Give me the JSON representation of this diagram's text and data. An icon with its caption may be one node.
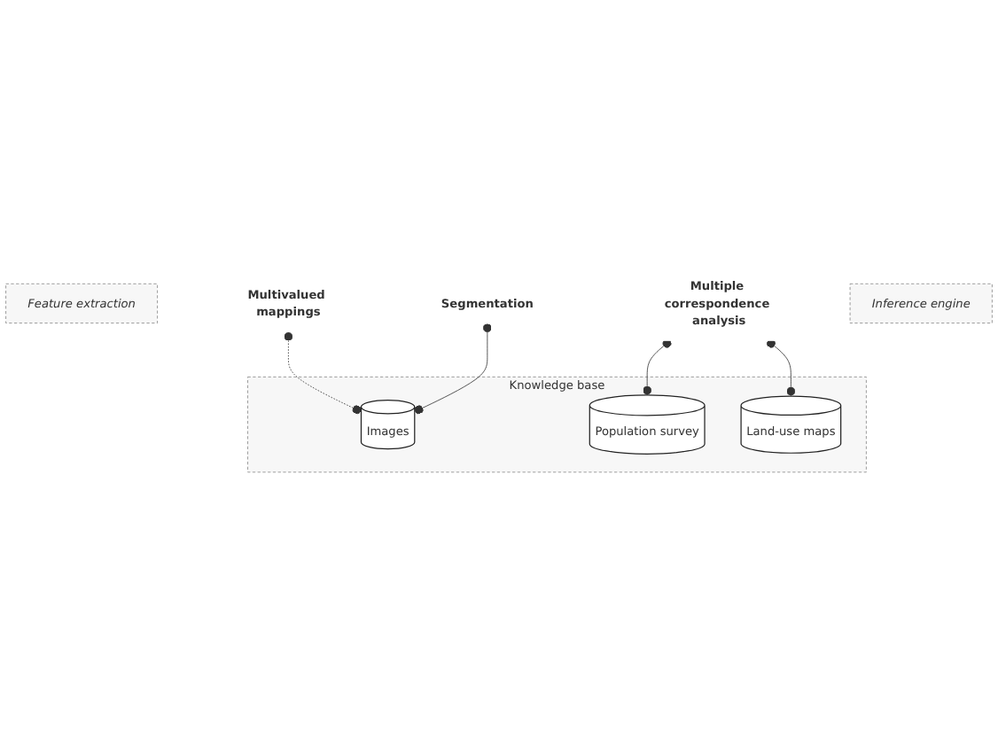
{
  "diagram": {
    "nodes": [
      {
        "text": [
          "Feature extraction"
        ]
      },
      {
        "text": [
          "Multivalued mappings"
        ]
      },
      {
        "text": [
          "Segmentation"
        ]
      },
      {
        "text": [
          "Knowledge base"
        ]
      },
      {
        "text": [
          "Images"
        ],
        "in": 3
      },
      {
        "text": [
          "Population survey"
        ],
        "in": 3
      },
      {
        "text": [
          "Land-use maps"
        ],
        "in": 3
      },
      {
        "text": [
          "Multiple correspondence analysis"
        ]
      },
      {
        "text": [
          "Inference engine"
        ]
      }
    ],
    "edges": [
      {
        "from": 1,
        "to": 4,
        "arrow": "other",
        "style": "dashed"
      },
      {
        "from": 2,
        "to": 4,
        "arrow": "other"
      },
      {
        "from": 7,
        "to": 5,
        "arrow": "other"
      },
      {
        "from": 7,
        "to": 6,
        "arrow": "other"
      }
    ]
  }
}
